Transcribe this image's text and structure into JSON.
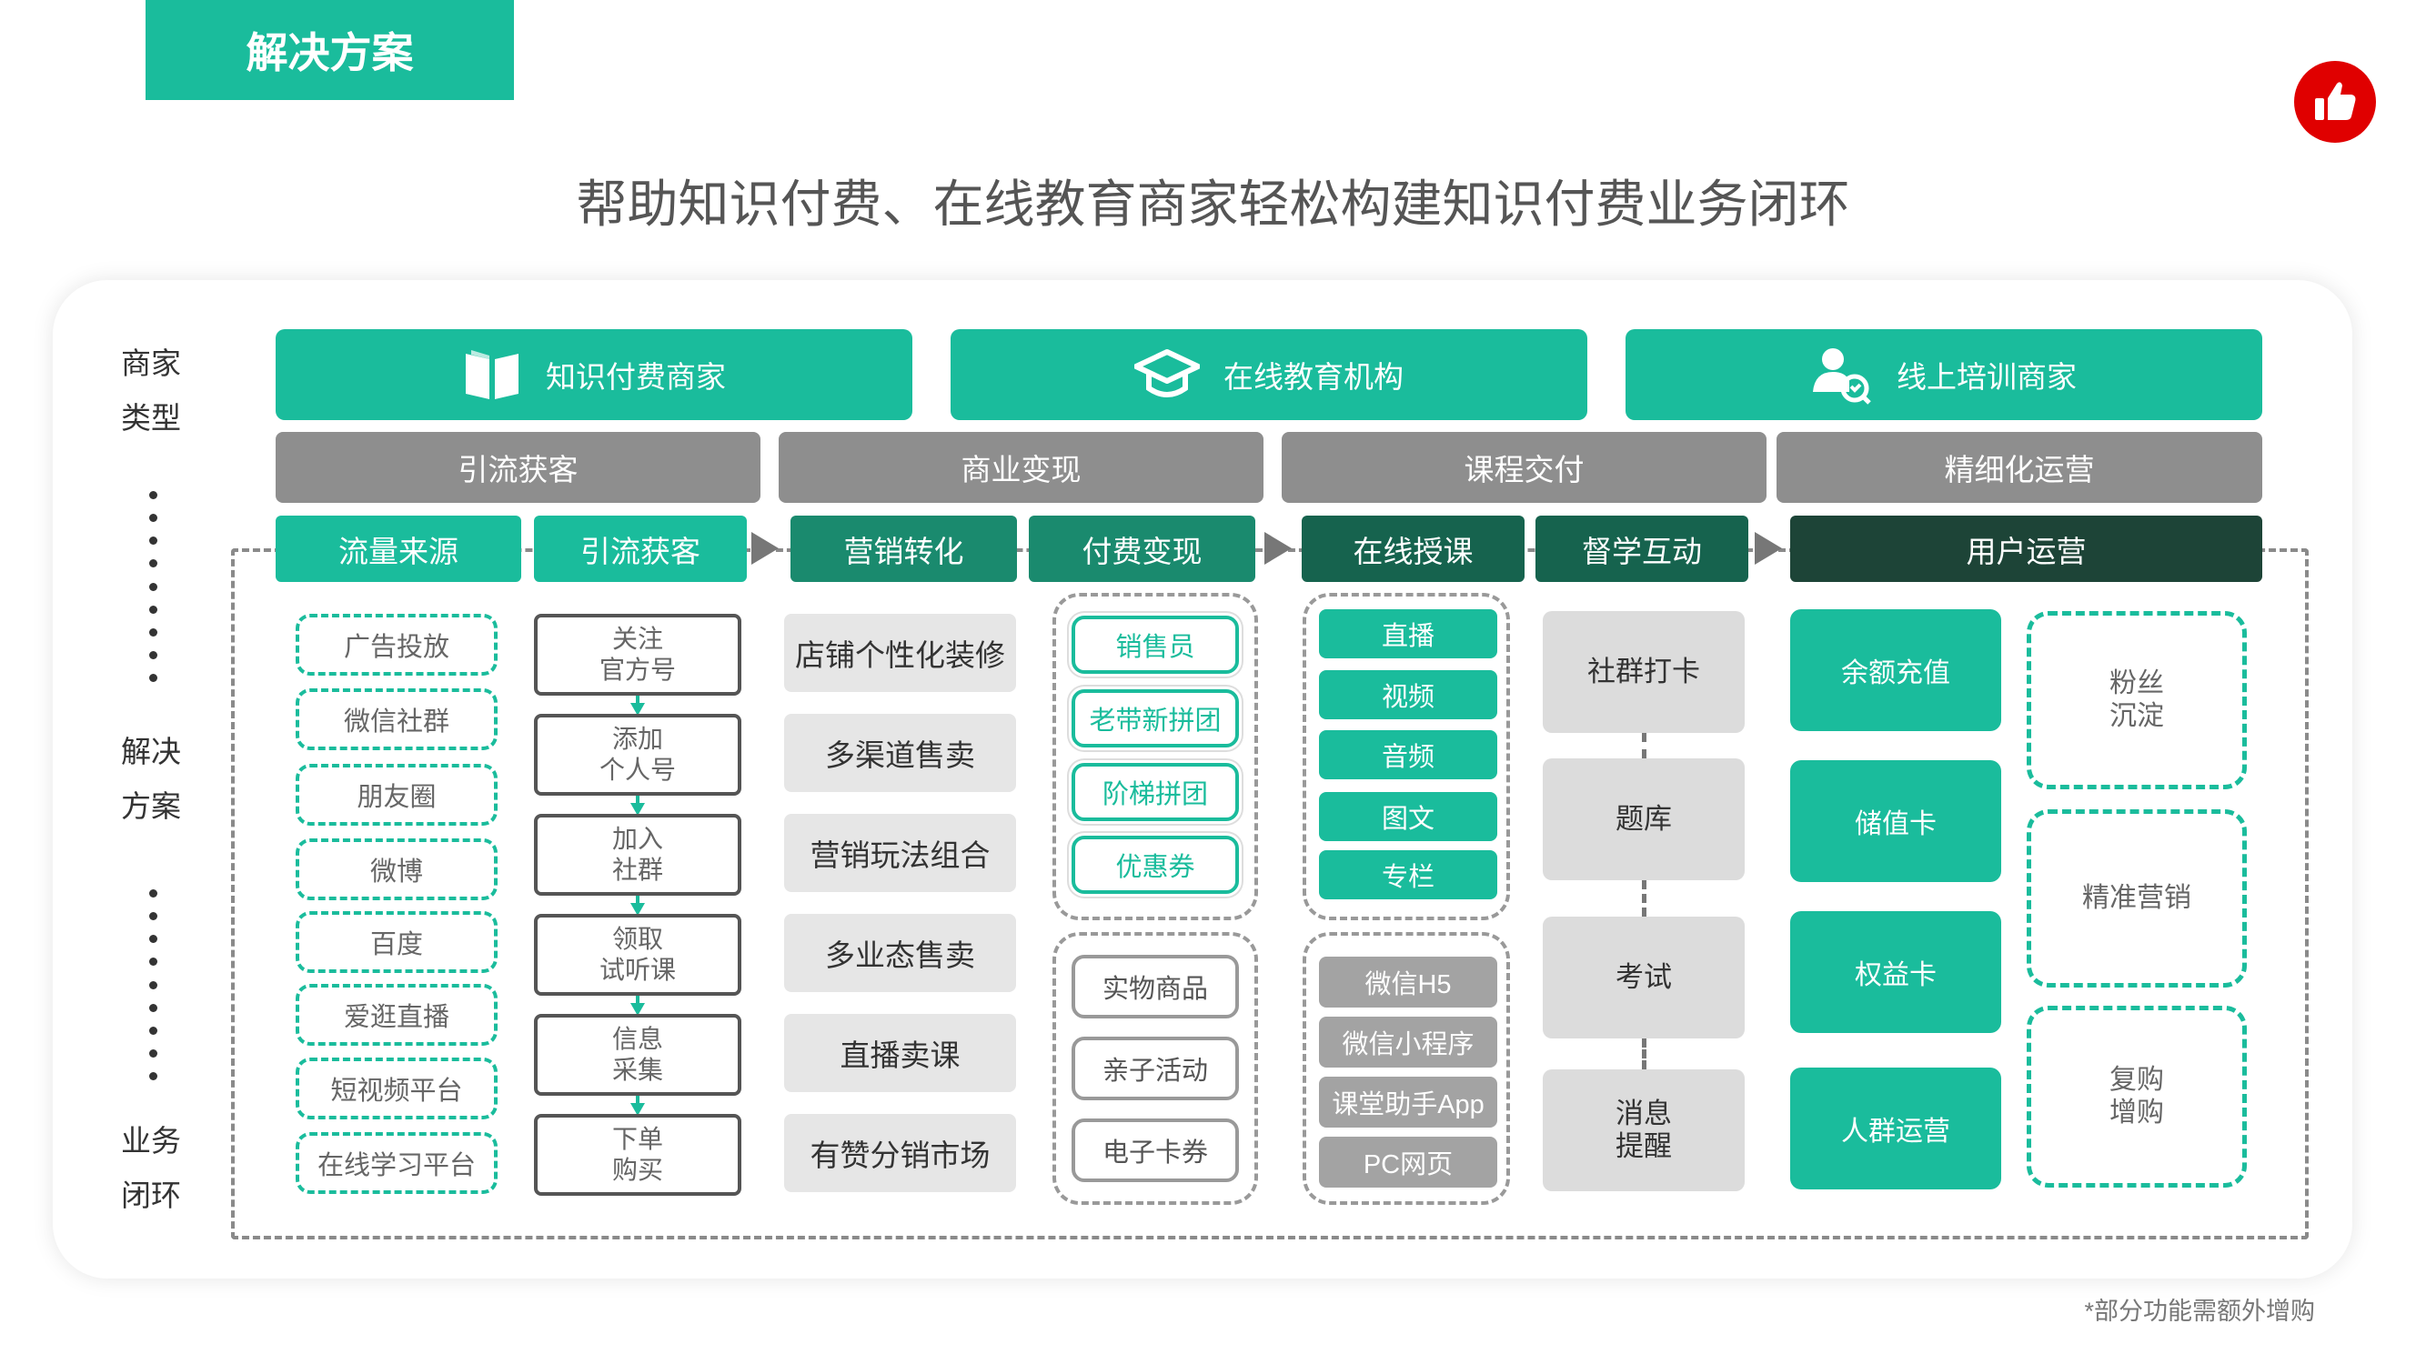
{
  "header": {
    "tag": "解决方案",
    "title": "帮助知识付费、在线教育商家轻松构建知识付费业务闭环"
  },
  "side_labels": [
    {
      "line1": "商家",
      "line2": "类型"
    },
    {
      "line1": "解决",
      "line2": "方案"
    },
    {
      "line1": "业务",
      "line2": "闭环"
    }
  ],
  "merchants": [
    {
      "label": "知识付费商家",
      "icon": "book-icon"
    },
    {
      "label": "在线教育机构",
      "icon": "graduation-cap-icon"
    },
    {
      "label": "线上培训商家",
      "icon": "trainer-icon"
    }
  ],
  "stages": [
    "引流获客",
    "商业变现",
    "课程交付",
    "精细化运营"
  ],
  "steps": [
    "流量来源",
    "引流获客",
    "营销转化",
    "付费变现",
    "在线授课",
    "督学互动",
    "用户运营"
  ],
  "traffic_sources": [
    "广告投放",
    "微信社群",
    "朋友圈",
    "微博",
    "百度",
    "爱逛直播",
    "短视频平台",
    "在线学习平台"
  ],
  "acquisition_steps": [
    {
      "l1": "关注",
      "l2": "官方号"
    },
    {
      "l1": "添加",
      "l2": "个人号"
    },
    {
      "l1": "加入",
      "l2": "社群"
    },
    {
      "l1": "领取",
      "l2": "试听课"
    },
    {
      "l1": "信息",
      "l2": "采集"
    },
    {
      "l1": "下单",
      "l2": "购买"
    }
  ],
  "marketing": [
    "店铺个性化装修",
    "多渠道售卖",
    "营销玩法组合",
    "多业态售卖",
    "直播卖课",
    "有赞分销市场"
  ],
  "monetization_group1": [
    "销售员",
    "老带新拼团",
    "阶梯拼团",
    "优惠券"
  ],
  "monetization_group2": [
    "实物商品",
    "亲子活动",
    "电子卡券"
  ],
  "teaching_group1": [
    "直播",
    "视频",
    "音频",
    "图文",
    "专栏"
  ],
  "teaching_group2": [
    "微信H5",
    "微信小程序",
    "课堂助手App",
    "PC网页"
  ],
  "supervision": [
    {
      "l1": "社群打卡",
      "l2": ""
    },
    {
      "l1": "题库",
      "l2": ""
    },
    {
      "l1": "考试",
      "l2": ""
    },
    {
      "l1": "消息",
      "l2": "提醒"
    }
  ],
  "user_ops_left": [
    "余额充值",
    "储值卡",
    "权益卡",
    "人群运营"
  ],
  "user_ops_right": [
    {
      "l1": "粉丝",
      "l2": "沉淀"
    },
    {
      "l1": "精准营销",
      "l2": ""
    },
    {
      "l1": "复购",
      "l2": "增购"
    }
  ],
  "footnote": "*部分功能需额外增购",
  "colors": {
    "accent": "#1abc9c",
    "brand_red": "#e00000",
    "stage_grey": "#8e8e8e"
  }
}
